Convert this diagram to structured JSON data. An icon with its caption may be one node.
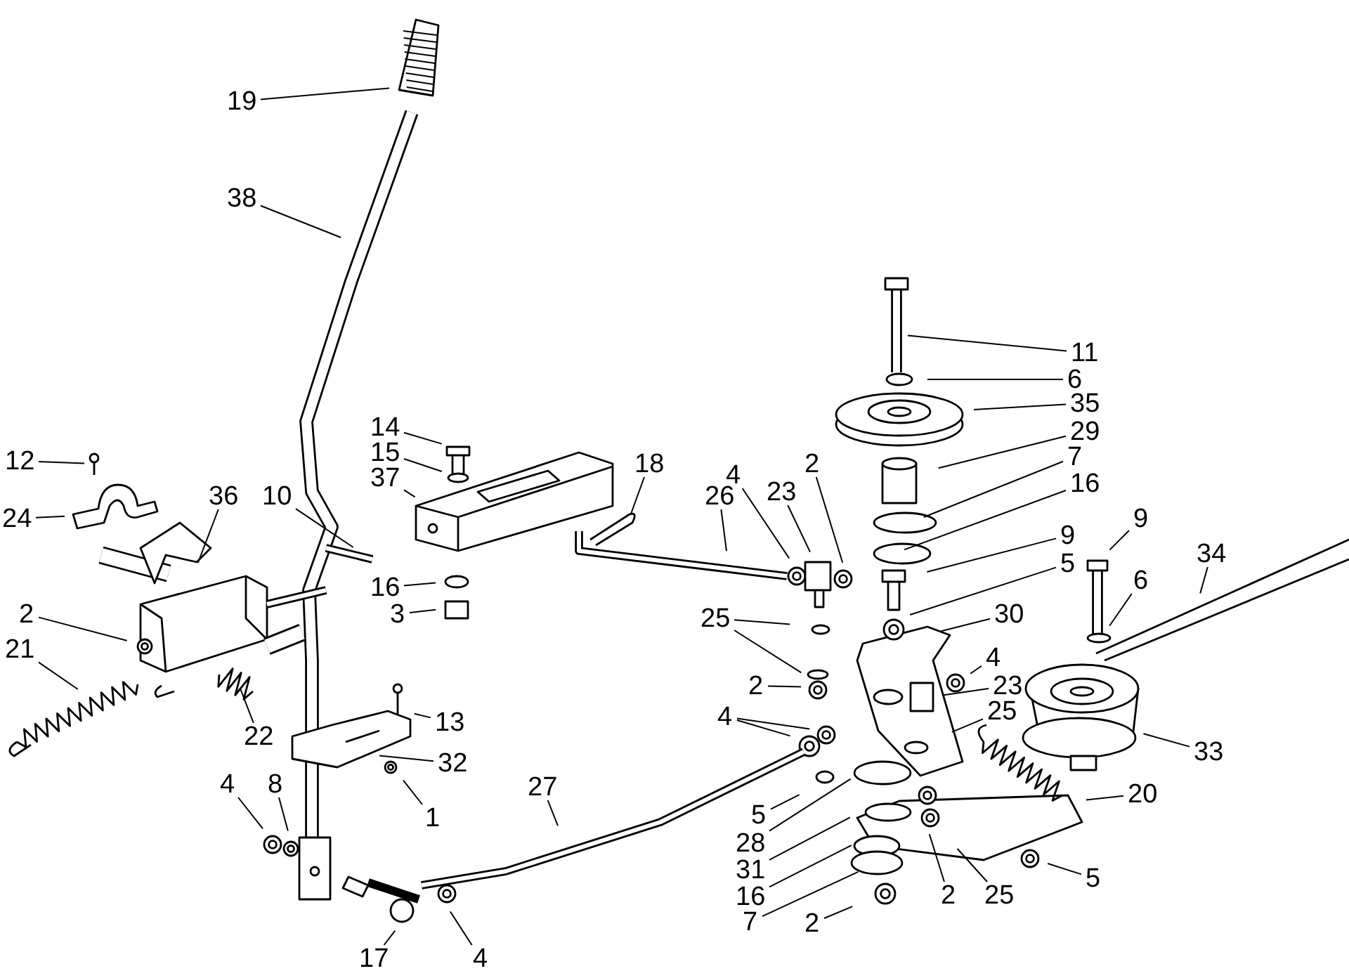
{
  "diagram": {
    "nodes": [
      {
        "text": [
          "19"
        ]
      },
      {
        "text": [
          "38"
        ]
      },
      {
        "text": [
          "11"
        ]
      },
      {
        "text": [
          "6"
        ]
      },
      {
        "text": [
          "35"
        ]
      },
      {
        "text": [
          "29"
        ]
      },
      {
        "text": [
          "7"
        ]
      },
      {
        "text": [
          "16"
        ]
      },
      {
        "text": [
          "14"
        ]
      },
      {
        "text": [
          "15"
        ]
      },
      {
        "text": [
          "37"
        ]
      },
      {
        "text": [
          "12"
        ]
      },
      {
        "text": [
          "18"
        ]
      },
      {
        "text": [
          "4"
        ]
      },
      {
        "text": [
          "23"
        ]
      },
      {
        "text": [
          "2"
        ]
      },
      {
        "text": [
          "36"
        ]
      },
      {
        "text": [
          "10"
        ]
      },
      {
        "text": [
          "24"
        ]
      },
      {
        "text": [
          "26"
        ]
      },
      {
        "text": [
          "9"
        ]
      },
      {
        "text": [
          "9"
        ]
      },
      {
        "text": [
          "34"
        ]
      },
      {
        "text": [
          "16"
        ]
      },
      {
        "text": [
          "3"
        ]
      },
      {
        "text": [
          "5"
        ]
      },
      {
        "text": [
          "6"
        ]
      },
      {
        "text": [
          "2"
        ]
      },
      {
        "text": [
          "30"
        ]
      },
      {
        "text": [
          "25"
        ]
      },
      {
        "text": [
          "21"
        ]
      },
      {
        "text": [
          "4"
        ]
      },
      {
        "text": [
          "23"
        ]
      },
      {
        "text": [
          "2"
        ]
      },
      {
        "text": [
          "25"
        ]
      },
      {
        "text": [
          "22"
        ]
      },
      {
        "text": [
          "13"
        ]
      },
      {
        "text": [
          "4"
        ]
      },
      {
        "text": [
          "33"
        ]
      },
      {
        "text": [
          "32"
        ]
      },
      {
        "text": [
          "1"
        ]
      },
      {
        "text": [
          "27"
        ]
      },
      {
        "text": [
          "4"
        ]
      },
      {
        "text": [
          "8"
        ]
      },
      {
        "text": [
          "20"
        ]
      },
      {
        "text": [
          "5"
        ]
      },
      {
        "text": [
          "28"
        ]
      },
      {
        "text": [
          "31"
        ]
      },
      {
        "text": [
          "5"
        ]
      },
      {
        "text": [
          "16"
        ]
      },
      {
        "text": [
          "2"
        ]
      },
      {
        "text": [
          "25"
        ]
      },
      {
        "text": [
          "7"
        ]
      },
      {
        "text": [
          "2"
        ]
      },
      {
        "text": [
          "17"
        ]
      },
      {
        "text": [
          "4"
        ]
      }
    ],
    "edges": [
      {
        "from": 0,
        "to": null,
        "arrow": "none"
      },
      {
        "from": 1,
        "to": null,
        "arrow": "none"
      },
      {
        "from": 2,
        "to": null,
        "arrow": "none"
      },
      {
        "from": 3,
        "to": null,
        "arrow": "none"
      },
      {
        "from": 4,
        "to": null,
        "arrow": "none"
      },
      {
        "from": 5,
        "to": null,
        "arrow": "none"
      },
      {
        "from": 6,
        "to": null,
        "arrow": "none"
      },
      {
        "from": 7,
        "to": null,
        "arrow": "none"
      },
      {
        "from": 8,
        "to": null,
        "arrow": "none"
      },
      {
        "from": 9,
        "to": null,
        "arrow": "none"
      },
      {
        "from": 10,
        "to": null,
        "arrow": "none"
      },
      {
        "from": 11,
        "to": null,
        "arrow": "none"
      },
      {
        "from": 12,
        "to": null,
        "arrow": "none"
      },
      {
        "from": 13,
        "to": null,
        "arrow": "none"
      },
      {
        "from": 14,
        "to": null,
        "arrow": "none"
      },
      {
        "from": 15,
        "to": null,
        "arrow": "none"
      },
      {
        "from": 16,
        "to": null,
        "arrow": "none"
      },
      {
        "from": 17,
        "to": null,
        "arrow": "none"
      },
      {
        "from": 18,
        "to": null,
        "arrow": "none"
      },
      {
        "from": 19,
        "to": null,
        "arrow": "none"
      },
      {
        "from": 20,
        "to": null,
        "arrow": "none"
      },
      {
        "from": 21,
        "to": null,
        "arrow": "none"
      },
      {
        "from": 22,
        "to": null,
        "arrow": "none"
      },
      {
        "from": 23,
        "to": null,
        "arrow": "none"
      },
      {
        "from": 24,
        "to": null,
        "arrow": "none"
      },
      {
        "from": 25,
        "to": null,
        "arrow": "none"
      },
      {
        "from": 26,
        "to": null,
        "arrow": "none"
      },
      {
        "from": 27,
        "to": null,
        "arrow": "none"
      },
      {
        "from": 28,
        "to": null,
        "arrow": "none"
      },
      {
        "from": 29,
        "to": null,
        "arrow": "none"
      },
      {
        "from": 29,
        "to": null,
        "arrow": "none"
      },
      {
        "from": 30,
        "to": null,
        "arrow": "none"
      },
      {
        "from": 31,
        "to": null,
        "arrow": "none"
      },
      {
        "from": 32,
        "to": null,
        "arrow": "none"
      },
      {
        "from": 33,
        "to": null,
        "arrow": "none"
      },
      {
        "from": 34,
        "to": null,
        "arrow": "none"
      },
      {
        "from": 35,
        "to": null,
        "arrow": "none"
      },
      {
        "from": 36,
        "to": null,
        "arrow": "none"
      },
      {
        "from": 37,
        "to": null,
        "arrow": "none"
      },
      {
        "from": 37,
        "to": null,
        "arrow": "none"
      },
      {
        "from": 38,
        "to": null,
        "arrow": "none"
      },
      {
        "from": 39,
        "to": null,
        "arrow": "none"
      },
      {
        "from": 40,
        "to": null,
        "arrow": "none"
      },
      {
        "from": 41,
        "to": null,
        "arrow": "none"
      },
      {
        "from": 42,
        "to": null,
        "arrow": "none"
      },
      {
        "from": 43,
        "to": null,
        "arrow": "none"
      },
      {
        "from": 44,
        "to": null,
        "arrow": "none"
      },
      {
        "from": 45,
        "to": null,
        "arrow": "none"
      },
      {
        "from": 46,
        "to": null,
        "arrow": "none"
      },
      {
        "from": 47,
        "to": null,
        "arrow": "none"
      },
      {
        "from": 48,
        "to": null,
        "arrow": "none"
      },
      {
        "from": 49,
        "to": null,
        "arrow": "none"
      },
      {
        "from": 50,
        "to": null,
        "arrow": "none"
      },
      {
        "from": 51,
        "to": null,
        "arrow": "none"
      },
      {
        "from": 52,
        "to": null,
        "arrow": "none"
      },
      {
        "from": 53,
        "to": null,
        "arrow": "none"
      },
      {
        "from": 54,
        "to": null,
        "arrow": "none"
      },
      {
        "from": 55,
        "to": null,
        "arrow": "none"
      }
    ]
  }
}
